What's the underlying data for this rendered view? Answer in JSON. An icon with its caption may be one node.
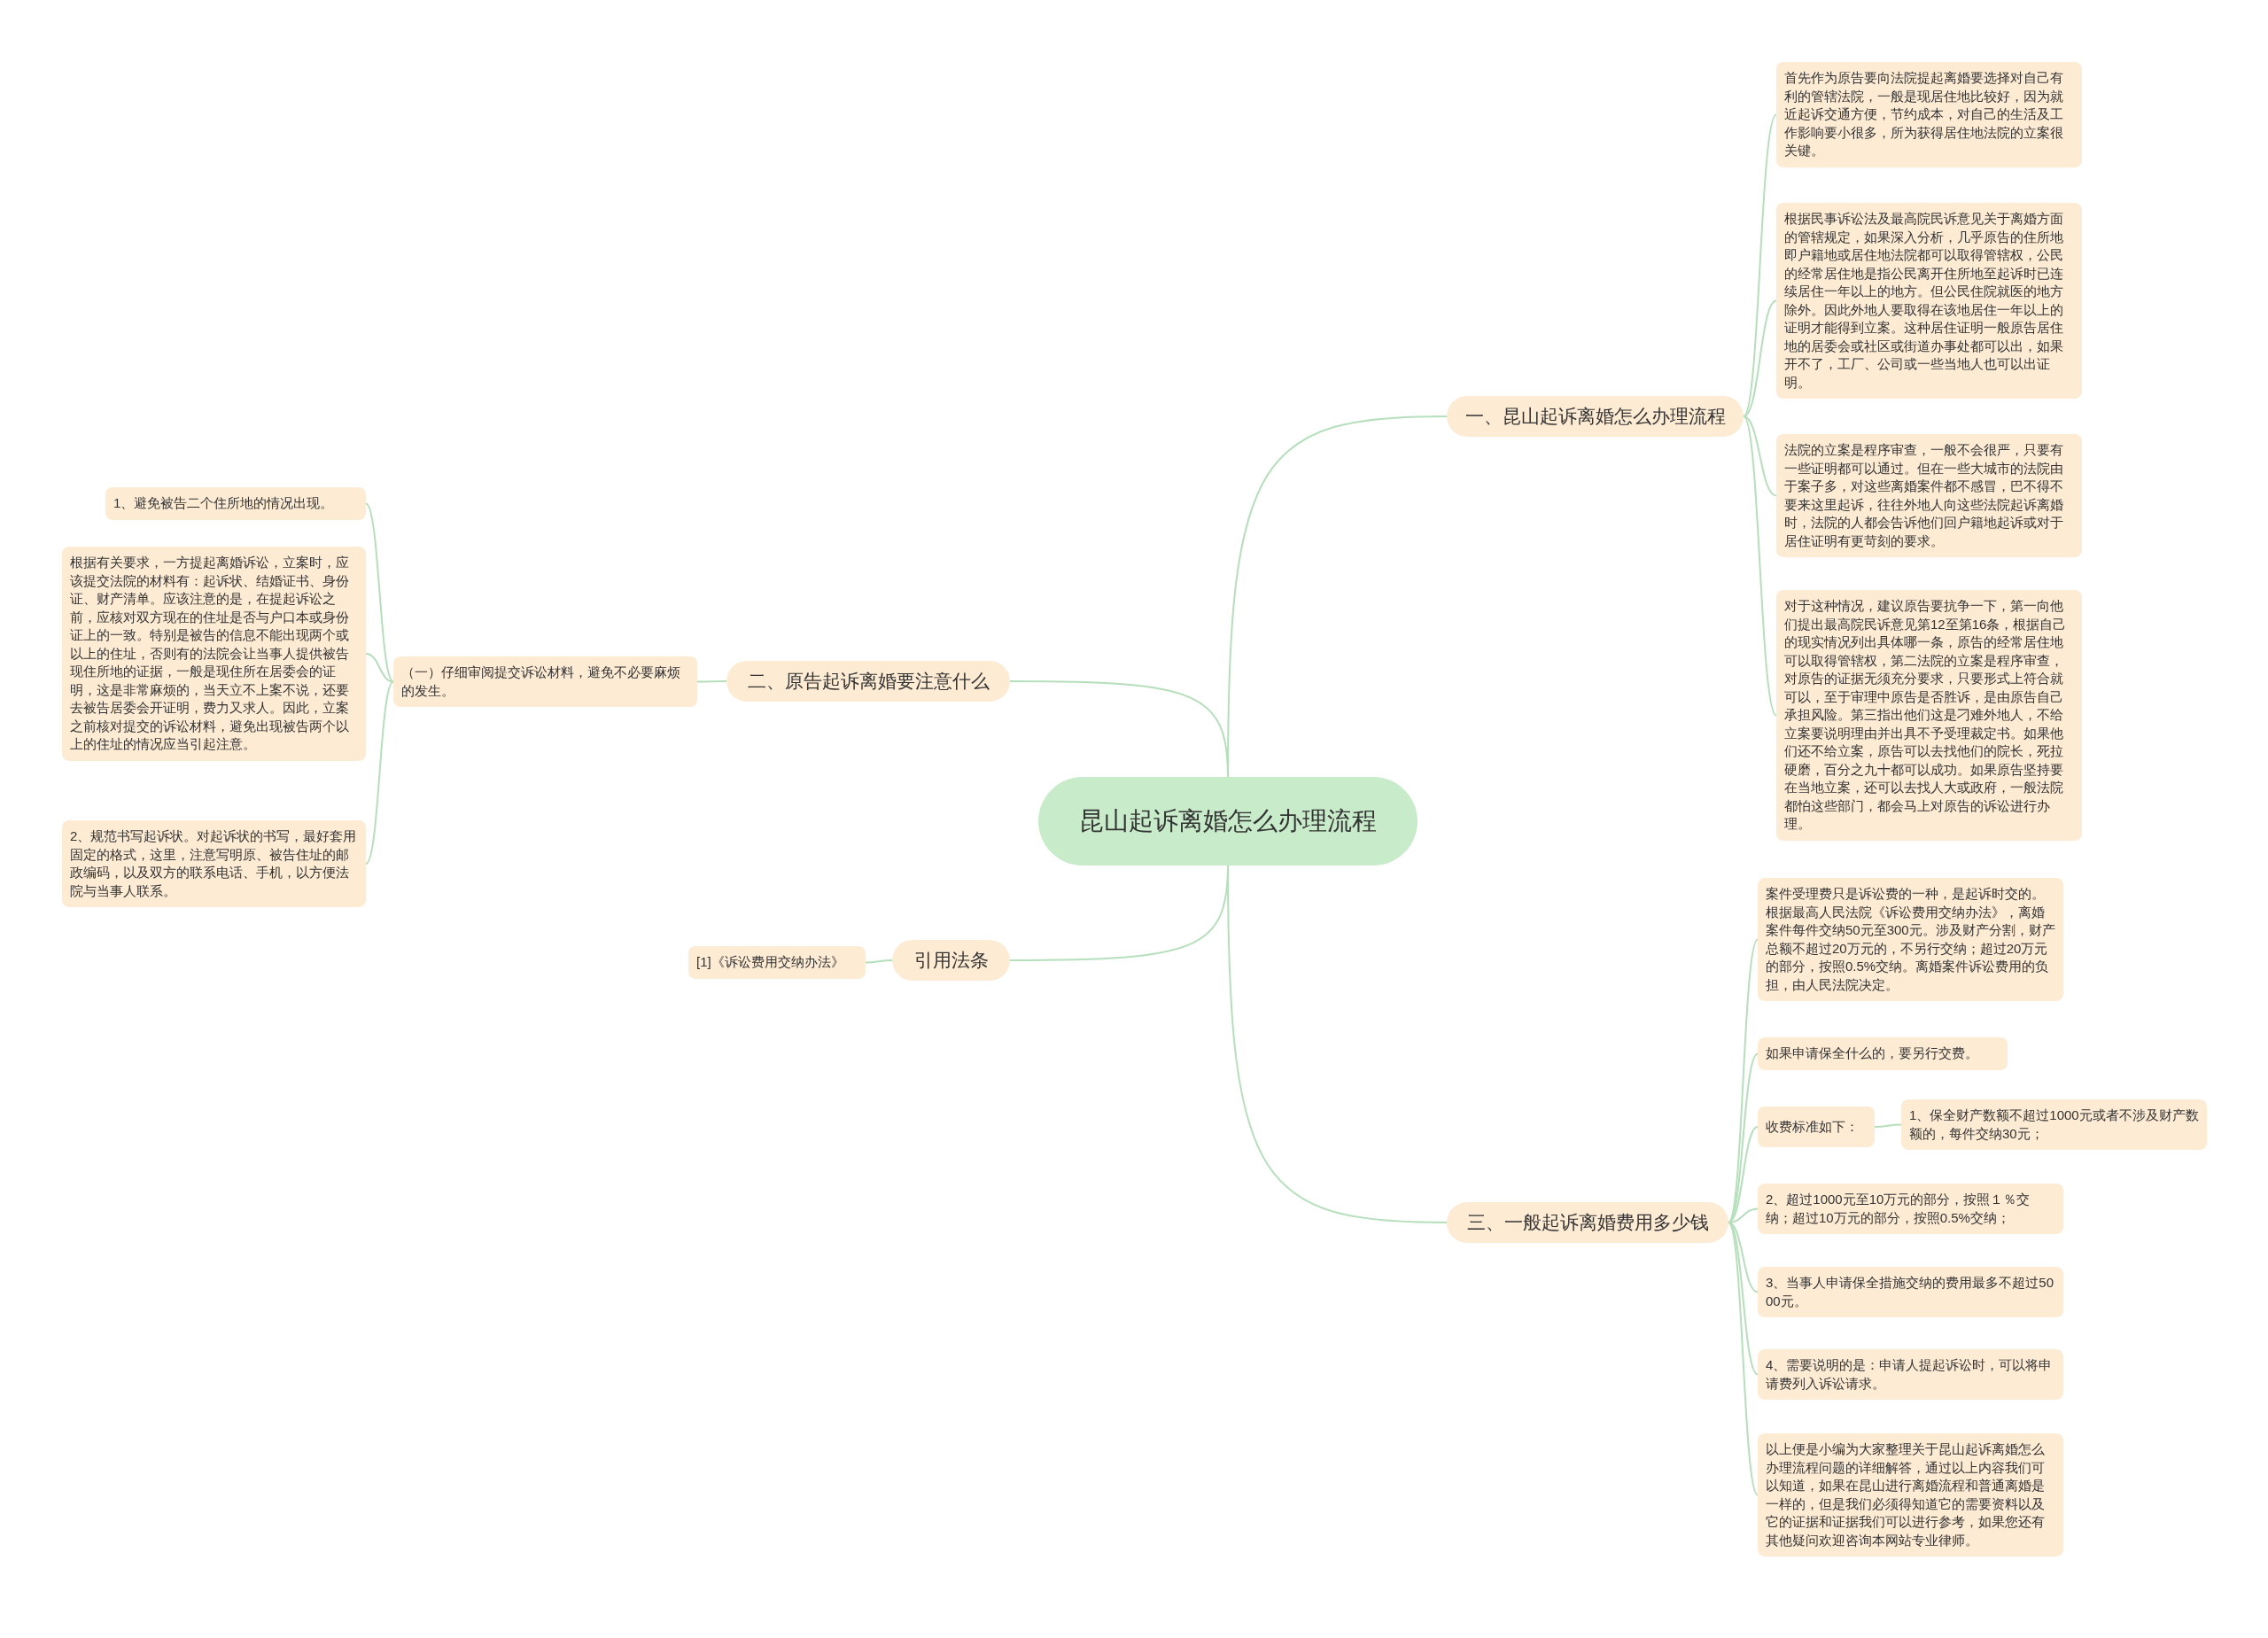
{
  "diagram": {
    "nodes": [
      {
        "text": [
          "昆山起诉离婚怎么办理流程"
        ]
      },
      {
        "text": [
          "一、昆山起诉离婚怎么办理流程"
        ]
      },
      {
        "text": [
          "首先作为原告要向法院提起离婚要选择对自己有利的管辖法院，一般是现居住地比较好，因为就近起诉交通方便，节约成本，对自己的生活及工作影响要小很多，所为获得居住地法院的立案很关键。"
        ]
      },
      {
        "text": [
          "根据民事诉讼法及最高院民诉意见关于离婚方面的管辖规定，如果深入分析，几乎原告的住所地即户籍地或居住地法院都可以取得管辖权，公民的经常居住地是指公民离开住所地至起诉时已连续居住一年以上的地方。但公民住院就医的地方除外。因此外地人要取得在该地居住一年以上的证明才能得到立案。这种居住证明一般原告居住地的居委会或社区或街道办事处都可以出，如果开不了，工厂、公司或一些当地人也可以出证明。"
        ]
      },
      {
        "text": [
          "法院的立案是程序审查，一般不会很严，只要有一些证明都可以通过。但在一些大城市的法院由于案子多，对这些离婚案件都不感冒，巴不得不要来这里起诉，往往外地人向这些法院起诉离婚时，法院的人都会告诉他们回户籍地起诉或对于居住证明有更苛刻的要求。"
        ]
      },
      {
        "text": [
          "对于这种情况，建议原告要抗争一下，第一向他们提出最高院民诉意见第12至第16条，根据自己的现实情况列出具体哪一条，原告的经常居住地可以取得管辖权，第二法院的立案是程序审查，对原告的证据无须充分要求，只要形式上符合就可以，至于审理中原告是否胜诉，是由原告自己承担风险。第三指出他们这是刁难外地人，不给立案要说明理由并出具不予受理裁定书。如果他们还不给立案，原告可以去找他们的院长，死拉硬磨，百分之九十都可以成功。如果原告坚持要在当地立案，还可以去找人大或政府，一般法院都怕这些部门，都会马上对原告的诉讼进行办理。"
        ]
      },
      {
        "text": [
          "二、原告起诉离婚要注意什么"
        ]
      },
      {
        "text": [
          "（一）仔细审阅提交诉讼材料，避免不必要麻烦的发生。"
        ]
      },
      {
        "text": [
          "1、避免被告二个住所地的情况出现。"
        ]
      },
      {
        "text": [
          "根据有关要求，一方提起离婚诉讼，立案时，应该提交法院的材料有：起诉状、结婚证书、身份证、财产清单。应该注意的是，在提起诉讼之前，应核对双方现在的住址是否与户口本或身份证上的一致。特别是被告的信息不能出现两个或以上的住址，否则有的法院会让当事人提供被告现住所地的证据，一般是现住所在居委会的证明，这是非常麻烦的，当天立不上案不说，还要去被告居委会开证明，费力又求人。因此，立案之前核对提交的诉讼材料，避免出现被告两个以上的住址的情况应当引起注意。"
        ]
      },
      {
        "text": [
          "2、规范书写起诉状。对起诉状的书写，最好套用固定的格式，这里，注意写明原、被告住址的邮政编码，以及双方的联系电话、手机，以方便法院与当事人联系。"
        ]
      },
      {
        "text": [
          "引用法条"
        ]
      },
      {
        "text": [
          "[1]《诉讼费用交纳办法》"
        ]
      },
      {
        "text": [
          "三、一般起诉离婚费用多少钱"
        ]
      },
      {
        "text": [
          "案件受理费只是诉讼费的一种，是起诉时交的。根据最高人民法院《诉讼费用交纳办法》，离婚案件每件交纳50元至300元。涉及财产分割，财产总额不超过20万元的，不另行交纳；超过20万元的部分，按照0.5%交纳。离婚案件诉讼费用的负担，由人民法院决定。"
        ]
      },
      {
        "text": [
          "如果申请保全什么的，要另行交费。"
        ]
      },
      {
        "text": [
          "收费标准如下："
        ]
      },
      {
        "text": [
          "1、保全财产数额不超过1000元或者不涉及财产数额的，每件交纳30元；"
        ]
      },
      {
        "text": [
          "2、超过1000元至10万元的部分，按照１％交纳；超过10万元的部分，按照0.5%交纳；"
        ]
      },
      {
        "text": [
          "3、当事人申请保全措施交纳的费用最多不超过5000元。"
        ]
      },
      {
        "text": [
          "4、需要说明的是：申请人提起诉讼时，可以将申请费列入诉讼请求。"
        ]
      },
      {
        "text": [
          "以上便是小编为大家整理关于昆山起诉离婚怎么办理流程问题的详细解答，通过以上内容我们可以知道，如果在昆山进行离婚流程和普通离婚是一样的，但是我们必须得知道它的需要资料以及它的证据和证据我们可以进行参考，如果您还有其他疑问欢迎咨询本网站专业律师。"
        ]
      }
    ],
    "edges": [
      {
        "from": 0,
        "to": 1,
        "arrow": "none"
      },
      {
        "from": 0,
        "to": 6,
        "arrow": "none"
      },
      {
        "from": 0,
        "to": 11,
        "arrow": "none"
      },
      {
        "from": 0,
        "to": 13,
        "arrow": "none"
      },
      {
        "from": 1,
        "to": 2,
        "arrow": "none"
      },
      {
        "from": 1,
        "to": 3,
        "arrow": "none"
      },
      {
        "from": 1,
        "to": 4,
        "arrow": "none"
      },
      {
        "from": 1,
        "to": 5,
        "arrow": "none"
      },
      {
        "from": 6,
        "to": 7,
        "arrow": "none"
      },
      {
        "from": 7,
        "to": 8,
        "arrow": "none"
      },
      {
        "from": 7,
        "to": 9,
        "arrow": "none"
      },
      {
        "from": 7,
        "to": 10,
        "arrow": "none"
      },
      {
        "from": 11,
        "to": 12,
        "arrow": "none"
      },
      {
        "from": 13,
        "to": 14,
        "arrow": "none"
      },
      {
        "from": 13,
        "to": 15,
        "arrow": "none"
      },
      {
        "from": 13,
        "to": 16,
        "arrow": "none"
      },
      {
        "from": 16,
        "to": 17,
        "arrow": "none"
      },
      {
        "from": 13,
        "to": 18,
        "arrow": "none"
      },
      {
        "from": 13,
        "to": 19,
        "arrow": "none"
      },
      {
        "from": 13,
        "to": 20,
        "arrow": "none"
      },
      {
        "from": 13,
        "to": 21,
        "arrow": "none"
      }
    ]
  }
}
